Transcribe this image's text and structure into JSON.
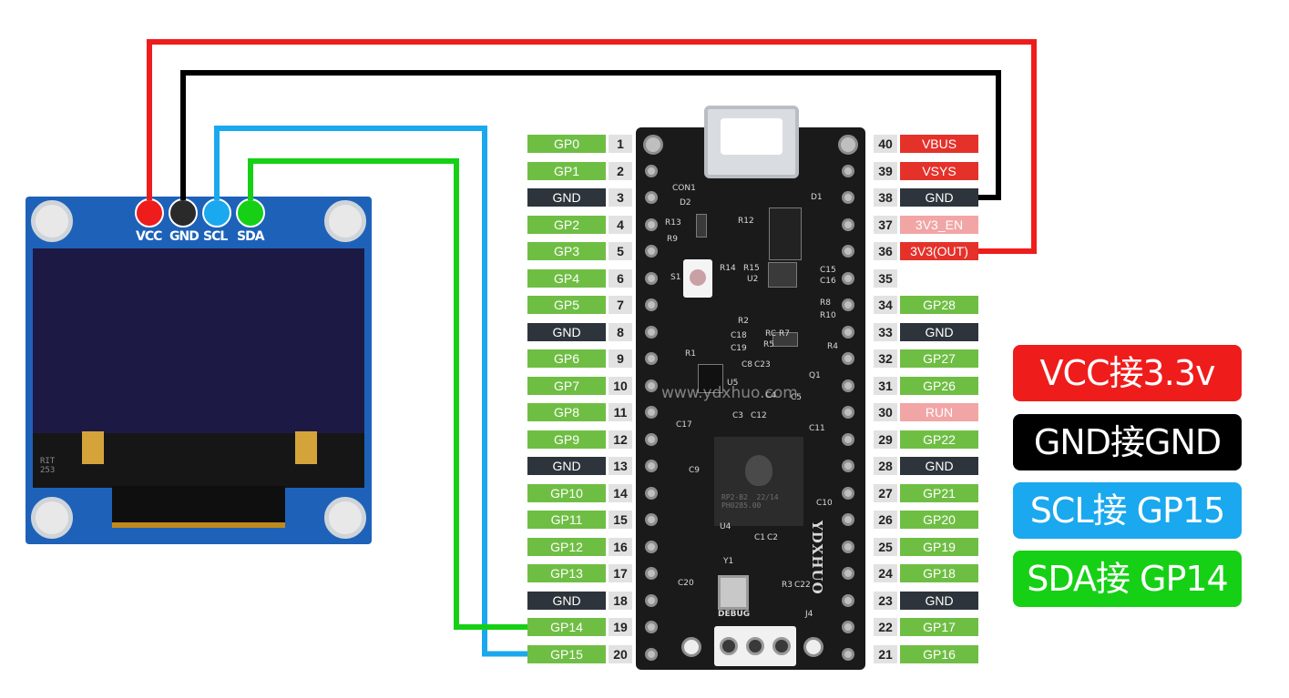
{
  "colors": {
    "vcc": "#ef1c1c",
    "gnd": "#000000",
    "scl": "#1aa8ee",
    "sda": "#16d016",
    "gp_label": "#6fbe44",
    "gnd_label": "#2e343b",
    "power_label": "#e4322b",
    "ctrl_label": "#f2a5a5"
  },
  "oled": {
    "pins": [
      {
        "label": "VCC",
        "color": "#ef1c1c"
      },
      {
        "label": "GND",
        "color": "#2a2a2a"
      },
      {
        "label": "SCL",
        "color": "#1aa8ee"
      },
      {
        "label": "SDA",
        "color": "#16d016"
      }
    ],
    "flex_text": "RIT\n253"
  },
  "board": {
    "watermark": "www.ydxhuo.com",
    "brand": "YDXHUO",
    "chip_text": "RP2-B2  22/14\nPH0285.00",
    "debug_label": "DEBUG",
    "silkscreen": [
      "CON1",
      "D2",
      "R13",
      "R9",
      "R12",
      "D1",
      "S1",
      "R14",
      "R15",
      "U2",
      "C15",
      "C16",
      "R8",
      "R10",
      "R2",
      "C18",
      "C19",
      "R1",
      "RC R7",
      "R5",
      "R4",
      "C8",
      "C23",
      "Q1",
      "U5",
      "C4",
      "C5",
      "C3",
      "C12",
      "C11",
      "C17",
      "C9",
      "C10",
      "U4",
      "Y1",
      "C1",
      "C2",
      "C20",
      "R3",
      "C22",
      "J4"
    ]
  },
  "left_pins": [
    {
      "num": "1",
      "label": "GP0",
      "kind": "gp"
    },
    {
      "num": "2",
      "label": "GP1",
      "kind": "gp"
    },
    {
      "num": "3",
      "label": "GND",
      "kind": "gnd"
    },
    {
      "num": "4",
      "label": "GP2",
      "kind": "gp"
    },
    {
      "num": "5",
      "label": "GP3",
      "kind": "gp"
    },
    {
      "num": "6",
      "label": "GP4",
      "kind": "gp"
    },
    {
      "num": "7",
      "label": "GP5",
      "kind": "gp"
    },
    {
      "num": "8",
      "label": "GND",
      "kind": "gnd"
    },
    {
      "num": "9",
      "label": "GP6",
      "kind": "gp"
    },
    {
      "num": "10",
      "label": "GP7",
      "kind": "gp"
    },
    {
      "num": "11",
      "label": "GP8",
      "kind": "gp"
    },
    {
      "num": "12",
      "label": "GP9",
      "kind": "gp"
    },
    {
      "num": "13",
      "label": "GND",
      "kind": "gnd"
    },
    {
      "num": "14",
      "label": "GP10",
      "kind": "gp"
    },
    {
      "num": "15",
      "label": "GP11",
      "kind": "gp"
    },
    {
      "num": "16",
      "label": "GP12",
      "kind": "gp"
    },
    {
      "num": "17",
      "label": "GP13",
      "kind": "gp"
    },
    {
      "num": "18",
      "label": "GND",
      "kind": "gnd"
    },
    {
      "num": "19",
      "label": "GP14",
      "kind": "gp"
    },
    {
      "num": "20",
      "label": "GP15",
      "kind": "gp"
    }
  ],
  "right_pins": [
    {
      "num": "40",
      "label": "VBUS",
      "kind": "power"
    },
    {
      "num": "39",
      "label": "VSYS",
      "kind": "power"
    },
    {
      "num": "38",
      "label": "GND",
      "kind": "gnd"
    },
    {
      "num": "37",
      "label": "3V3_EN",
      "kind": "ctrl"
    },
    {
      "num": "36",
      "label": "3V3(OUT)",
      "kind": "power"
    },
    {
      "num": "35",
      "label": "",
      "kind": "none"
    },
    {
      "num": "34",
      "label": "GP28",
      "kind": "gp"
    },
    {
      "num": "33",
      "label": "GND",
      "kind": "gnd"
    },
    {
      "num": "32",
      "label": "GP27",
      "kind": "gp"
    },
    {
      "num": "31",
      "label": "GP26",
      "kind": "gp"
    },
    {
      "num": "30",
      "label": "RUN",
      "kind": "ctrl"
    },
    {
      "num": "29",
      "label": "GP22",
      "kind": "gp"
    },
    {
      "num": "28",
      "label": "GND",
      "kind": "gnd"
    },
    {
      "num": "27",
      "label": "GP21",
      "kind": "gp"
    },
    {
      "num": "26",
      "label": "GP20",
      "kind": "gp"
    },
    {
      "num": "25",
      "label": "GP19",
      "kind": "gp"
    },
    {
      "num": "24",
      "label": "GP18",
      "kind": "gp"
    },
    {
      "num": "23",
      "label": "GND",
      "kind": "gnd"
    },
    {
      "num": "22",
      "label": "GP17",
      "kind": "gp"
    },
    {
      "num": "21",
      "label": "GP16",
      "kind": "gp"
    }
  ],
  "legend": [
    {
      "text": "VCC接3.3v",
      "color": "#ef1c1c"
    },
    {
      "text": "GND接GND",
      "color": "#000000"
    },
    {
      "text": "SCL接 GP15",
      "color": "#1aa8ee"
    },
    {
      "text": "SDA接 GP14",
      "color": "#16d016"
    }
  ],
  "connections": [
    {
      "from": "VCC",
      "to": "36",
      "color": "#ef1c1c"
    },
    {
      "from": "GND",
      "to": "38",
      "color": "#000000"
    },
    {
      "from": "SCL",
      "to": "20",
      "color": "#1aa8ee"
    },
    {
      "from": "SDA",
      "to": "19",
      "color": "#16d016"
    }
  ]
}
